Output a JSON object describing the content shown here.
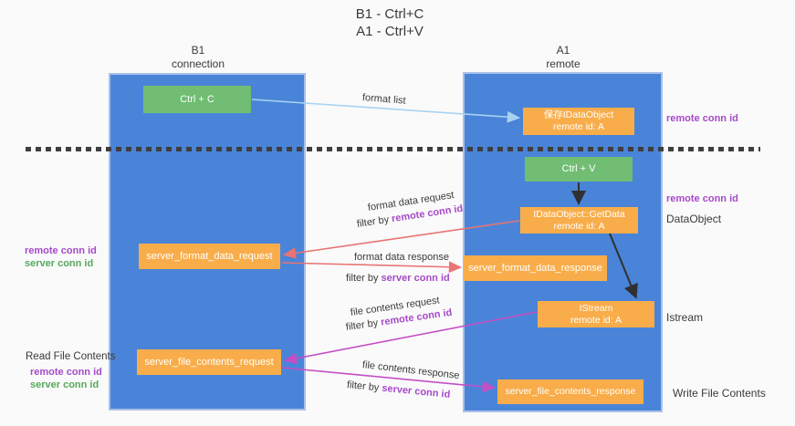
{
  "colors": {
    "bg": "#fafafa",
    "blue": "#4a84d8",
    "lane_border": "#a9c0e9",
    "green": "#70bd73",
    "orange": "#f8ad4a",
    "dark": "#3a3a3a",
    "purple": "#a64ac9",
    "green_label": "#57a85c",
    "lightblue": "#a8d3f0",
    "salmon": "#e87473",
    "magenta": "#c44fc4",
    "arrow_dark": "#303030",
    "dash": "#3e3e3e"
  },
  "title": {
    "line1": "B1 - Ctrl+C",
    "line2": "A1 - Ctrl+V"
  },
  "lanes": {
    "left": {
      "title": "B1",
      "subtitle": "connection"
    },
    "right": {
      "title": "A1",
      "subtitle": "remote"
    }
  },
  "nodes": {
    "ctrl_c": {
      "label": "Ctrl + C"
    },
    "save_dataobject": {
      "line1": "保存IDataObject",
      "line2": "remote id: A"
    },
    "ctrl_v": {
      "label": "Ctrl + V"
    },
    "getdata": {
      "line1": "IDataObject::GetData",
      "line2": "remote id: A"
    },
    "format_request": {
      "label": "server_format_data_request"
    },
    "format_response": {
      "label": "server_format_data_response"
    },
    "istream": {
      "line1": "IStream",
      "line2": "remote id: A"
    },
    "file_request": {
      "label": "server_file_contents_request"
    },
    "file_response": {
      "label": "server_file_contents_response"
    }
  },
  "edge_labels": {
    "format_list": "format list",
    "format_data_request": {
      "text": "format data request",
      "filter_prefix": "filter by",
      "filter_key": "remote conn id"
    },
    "format_data_response": {
      "text": "format data response",
      "filter_prefix": "filter by",
      "filter_key": "server conn id"
    },
    "file_contents_request": {
      "text": "file contents request",
      "filter_prefix": "filter by",
      "filter_key": "remote conn id"
    },
    "file_contents_response": {
      "text": "file contents response",
      "filter_prefix": "filter by",
      "filter_key": "server conn id"
    }
  },
  "annotations": {
    "left": {
      "format_remote": "remote conn id",
      "format_server": "server conn id",
      "read_file_contents": "Read File Contents",
      "file_remote": "remote conn id",
      "file_server": "server conn id"
    },
    "right": {
      "remote_conn_id_top": "remote conn id",
      "remote_conn_id_mid": "remote conn id",
      "dataobject": "DataObject",
      "istream": "Istream",
      "write_file_contents": "Write File Contents"
    }
  }
}
